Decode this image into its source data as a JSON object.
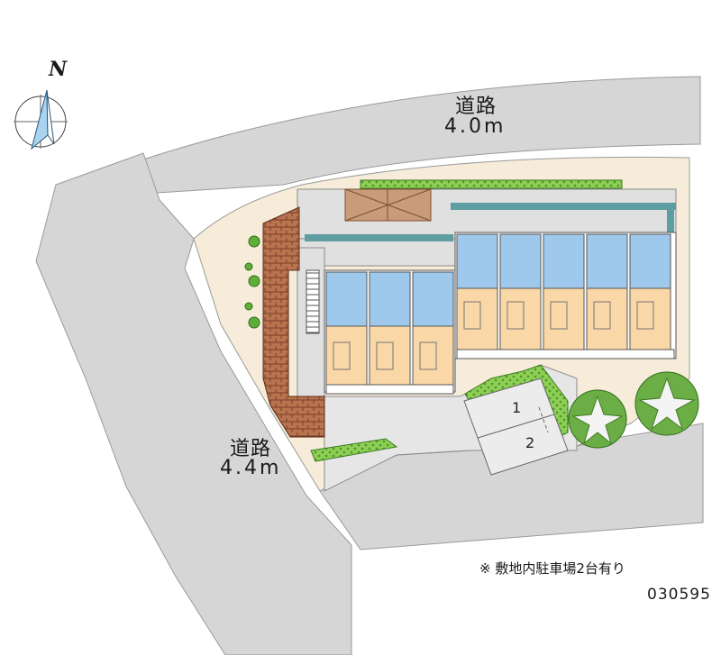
{
  "compass": {
    "north_label": "N"
  },
  "roads": [
    {
      "name": "道路",
      "width": "4.0m"
    },
    {
      "name": "道路",
      "width": "4.4m"
    }
  ],
  "parking": {
    "spaces": [
      "1",
      "2"
    ],
    "note": "※ 敷地内駐車場2台有り"
  },
  "property_code": "030595",
  "colors": {
    "road": "#d6d6d6",
    "site_ground": "#f6ecd9",
    "building_gray": "#dcdcdc",
    "unit_living": "#f9d7a6",
    "unit_wet_area": "#9ec9ec",
    "green": "#7cc04a",
    "brick": "#b06a4a",
    "teal_edge": "#5f9ea0"
  }
}
